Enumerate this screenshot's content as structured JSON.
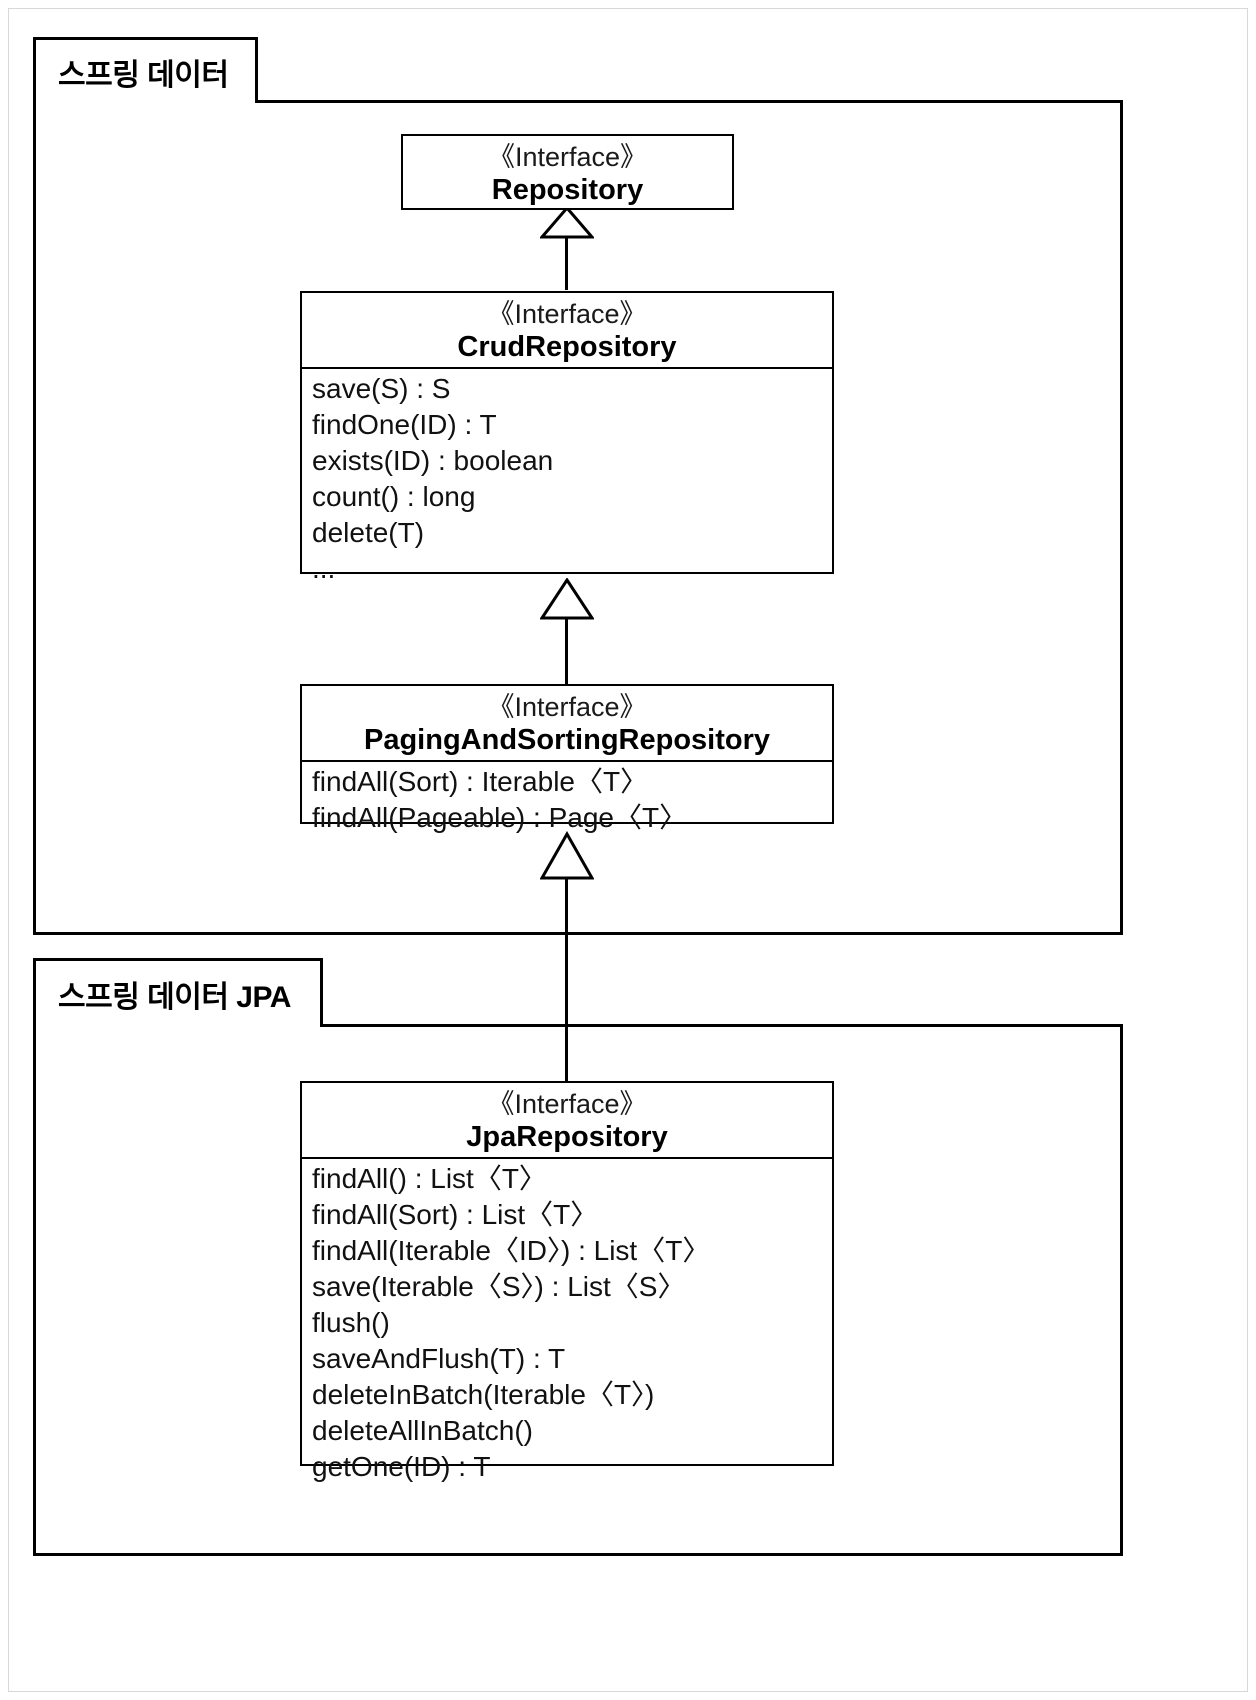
{
  "diagram": {
    "title": "Spring Data Repository Hierarchy",
    "type": "uml-class-diagram",
    "stereotype_label": "《Interface》",
    "packages": [
      {
        "id": "spring-data",
        "label": "스프링 데이터"
      },
      {
        "id": "spring-data-jpa",
        "label": "스프링 데이터 JPA"
      }
    ],
    "classes": [
      {
        "id": "repository",
        "stereotype": "《Interface》",
        "name": "Repository",
        "methods": []
      },
      {
        "id": "crud-repository",
        "stereotype": "《Interface》",
        "name": "CrudRepository",
        "methods": [
          "save(S) : S",
          "findOne(ID) : T",
          "exists(ID) : boolean",
          "count() : long",
          "delete(T)",
          "..."
        ]
      },
      {
        "id": "paging-and-sorting-repository",
        "stereotype": "《Interface》",
        "name": "PagingAndSortingRepository",
        "methods": [
          "findAll(Sort) : Iterable〈T〉",
          "findAll(Pageable) : Page〈T〉"
        ]
      },
      {
        "id": "jpa-repository",
        "stereotype": "《Interface》",
        "name": "JpaRepository",
        "methods": [
          "findAll() : List〈T〉",
          "findAll(Sort) : List〈T〉",
          "findAll(Iterable〈ID〉) : List〈T〉",
          "save(Iterable〈S〉) : List〈S〉",
          "flush()",
          "saveAndFlush(T) : T",
          "deleteInBatch(Iterable〈T〉)",
          "deleteAllInBatch()",
          "getOne(ID) : T"
        ]
      }
    ],
    "relations": [
      {
        "from": "crud-repository",
        "to": "repository",
        "kind": "generalization"
      },
      {
        "from": "paging-and-sorting-repository",
        "to": "crud-repository",
        "kind": "generalization"
      },
      {
        "from": "jpa-repository",
        "to": "paging-and-sorting-repository",
        "kind": "generalization"
      }
    ],
    "colors": {
      "stroke": "#000000",
      "fill": "#ffffff",
      "text": "#000000",
      "frame": "#d8d8d8"
    }
  }
}
